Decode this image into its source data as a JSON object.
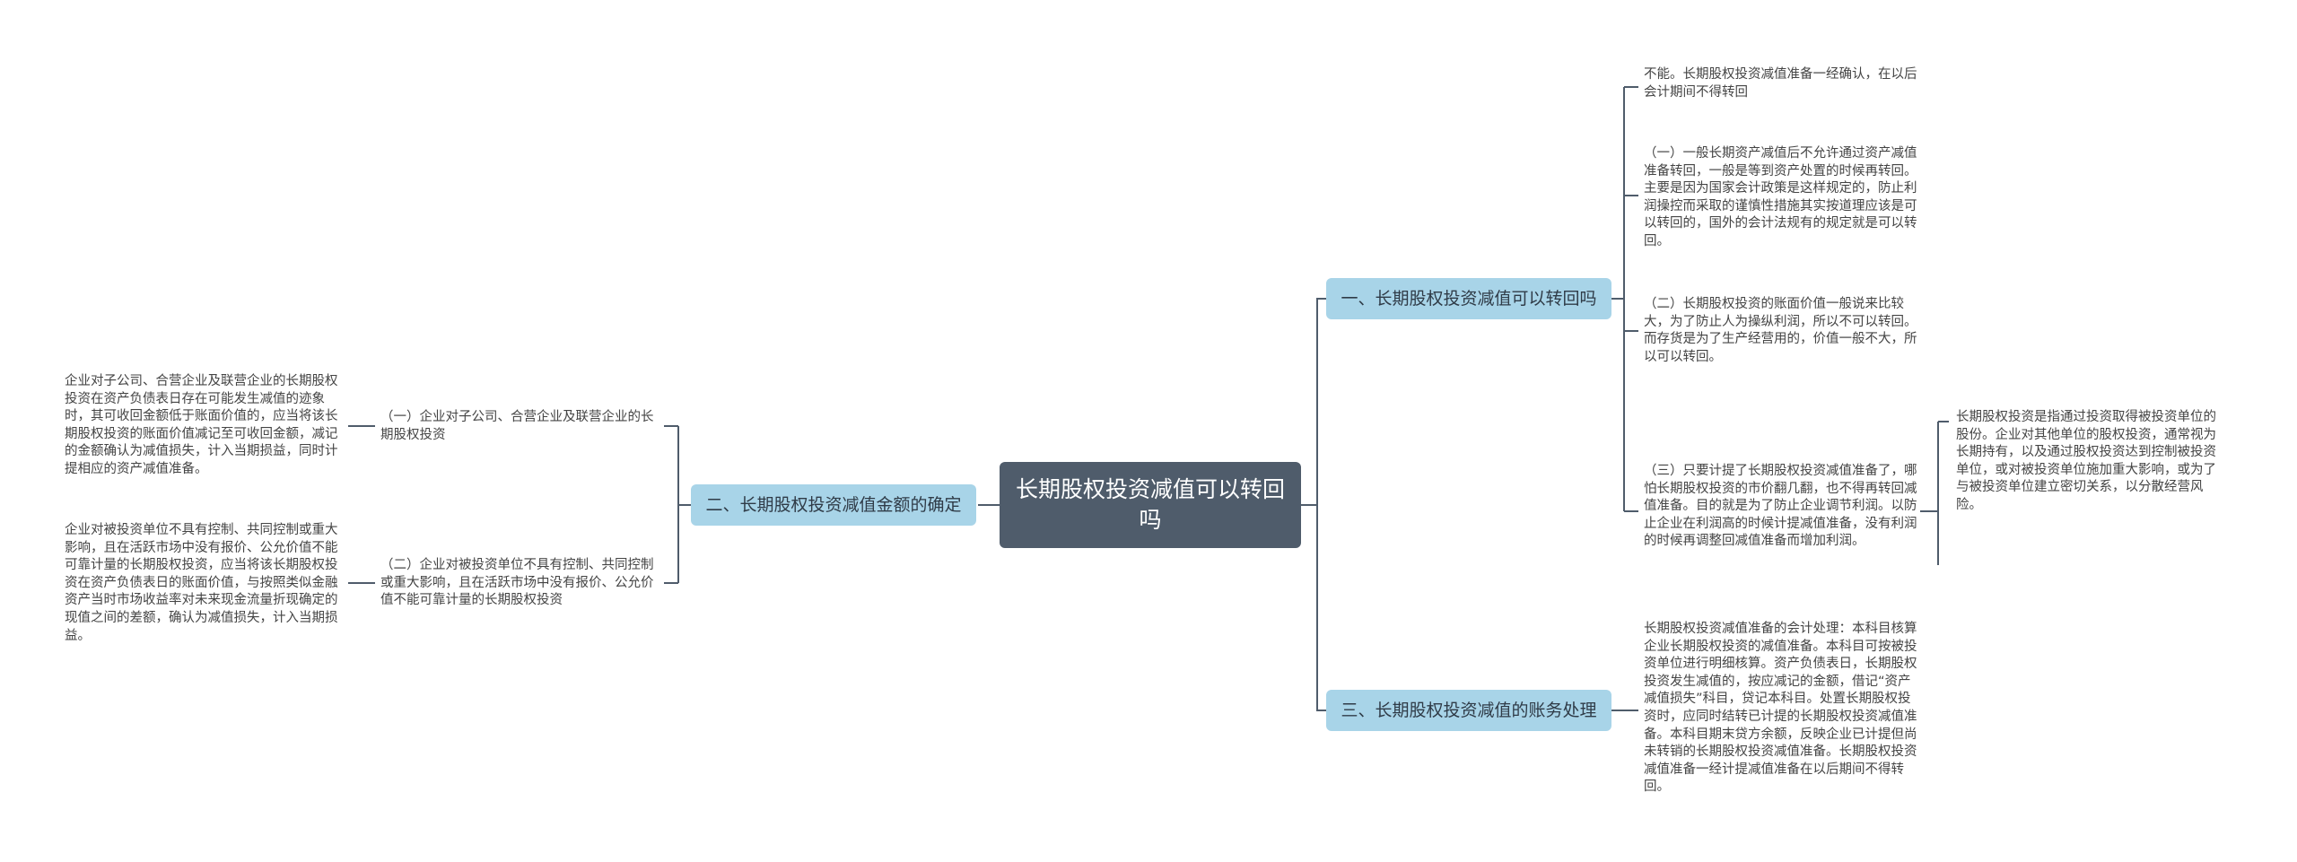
{
  "colors": {
    "root_bg": "#4f5c6b",
    "branch_bg": "#a8d4e8",
    "line": "#4f5c6b",
    "text": "#444444"
  },
  "root": {
    "title": "长期股权投资减值可以转回吗"
  },
  "branches": [
    {
      "label": "一、长期股权投资减值可以转回吗",
      "children": [
        "不能。长期股权投资减值准备一经确认，在以后会计期间不得转回",
        "（一）一般长期资产减值后不允许通过资产减值准备转回，一般是等到资产处置的时候再转回。主要是因为国家会计政策是这样规定的，防止利润操控而采取的谨慎性措施其实按道理应该是可以转回的，国外的会计法规有的规定就是可以转回。",
        "（二）长期股权投资的账面价值一般说来比较大，为了防止人为操纵利润，所以不可以转回。而存货是为了生产经营用的，价值一般不大，所以可以转回。",
        "（三）只要计提了长期股权投资减值准备了，哪怕长期股权投资的市价翻几翻，也不得再转回减值准备。目的就是为了防止企业调节利润。以防止企业在利润高的时候计提减值准备，没有利润的时候再调整回减值准备而增加利润。"
      ],
      "grandchild": "长期股权投资是指通过投资取得被投资单位的股份。企业对其他单位的股权投资，通常视为长期持有，以及通过股权投资达到控制被投资单位，或对被投资单位施加重大影响，或为了与被投资单位建立密切关系，以分散经营风险。"
    },
    {
      "label": "二、长期股权投资减值金额的确定",
      "children": [
        {
          "label": "（一）企业对子公司、合营企业及联营企业的长期股权投资",
          "detail": "企业对子公司、合营企业及联营企业的长期股权投资在资产负债表日存在可能发生减值的迹象时，其可收回金额低于账面价值的，应当将该长期股权投资的账面价值减记至可收回金额，减记的金额确认为减值损失，计入当期损益，同时计提相应的资产减值准备。"
        },
        {
          "label": "（二）企业对被投资单位不具有控制、共同控制或重大影响，且在活跃市场中没有报价、公允价值不能可靠计量的长期股权投资",
          "detail": "企业对被投资单位不具有控制、共同控制或重大影响，且在活跃市场中没有报价、公允价值不能可靠计量的长期股权投资，应当将该长期股权投资在资产负债表日的账面价值，与按照类似金融资产当时市场收益率对未来现金流量折现确定的现值之间的差额，确认为减值损失，计入当期损益。"
        }
      ]
    },
    {
      "label": "三、长期股权投资减值的账务处理",
      "children": [
        "长期股权投资减值准备的会计处理：本科目核算企业长期股权投资的减值准备。本科目可按被投资单位进行明细核算。资产负债表日，长期股权投资发生减值的，按应减记的金额，借记“资产减值损失”科目，贷记本科目。处置长期股权投资时，应同时结转已计提的长期股权投资减值准备。本科目期末贷方余额，反映企业已计提但尚未转销的长期股权投资减值准备。长期股权投资减值准备一经计提减值准备在以后期间不得转回。"
      ]
    }
  ]
}
